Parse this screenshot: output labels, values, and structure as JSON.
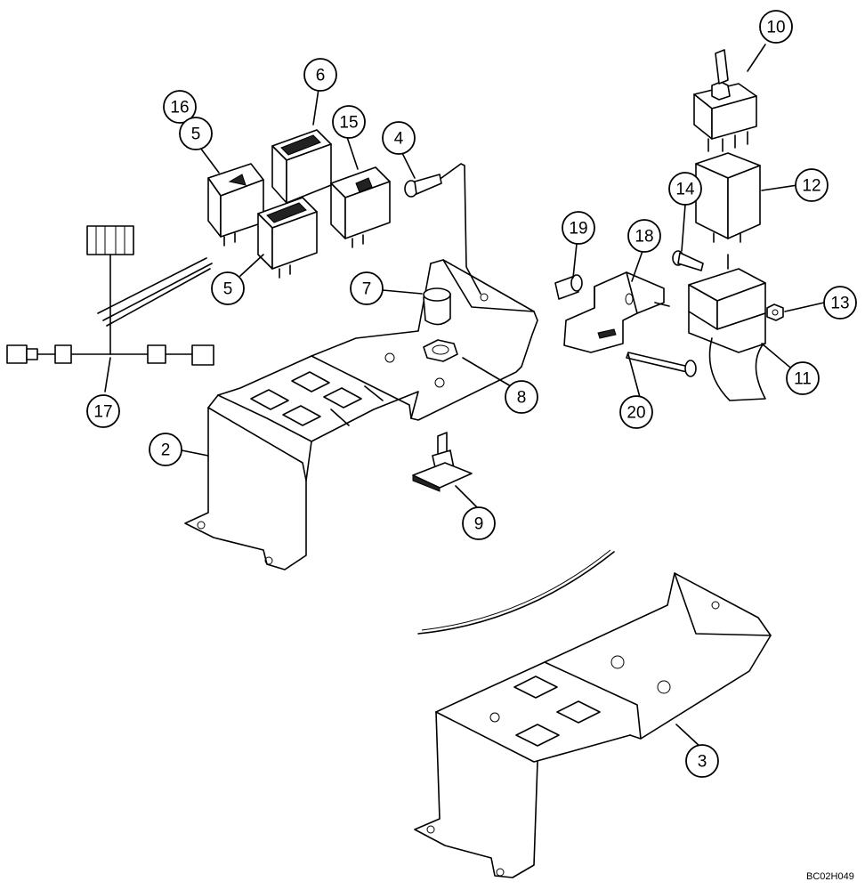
{
  "diagram": {
    "drawing_code": "BC02H049",
    "callouts": [
      {
        "id": "c10",
        "label": "10"
      },
      {
        "id": "c6",
        "label": "6"
      },
      {
        "id": "c16",
        "label": "16"
      },
      {
        "id": "c5a",
        "label": "5"
      },
      {
        "id": "c15",
        "label": "15"
      },
      {
        "id": "c4",
        "label": "4"
      },
      {
        "id": "c12",
        "label": "12"
      },
      {
        "id": "c14",
        "label": "14"
      },
      {
        "id": "c19",
        "label": "19"
      },
      {
        "id": "c18",
        "label": "18"
      },
      {
        "id": "c5b",
        "label": "5"
      },
      {
        "id": "c7",
        "label": "7"
      },
      {
        "id": "c13",
        "label": "13"
      },
      {
        "id": "c11",
        "label": "11"
      },
      {
        "id": "c8",
        "label": "8"
      },
      {
        "id": "c20",
        "label": "20"
      },
      {
        "id": "c17",
        "label": "17"
      },
      {
        "id": "c2",
        "label": "2"
      },
      {
        "id": "c9",
        "label": "9"
      },
      {
        "id": "c3",
        "label": "3"
      }
    ]
  }
}
